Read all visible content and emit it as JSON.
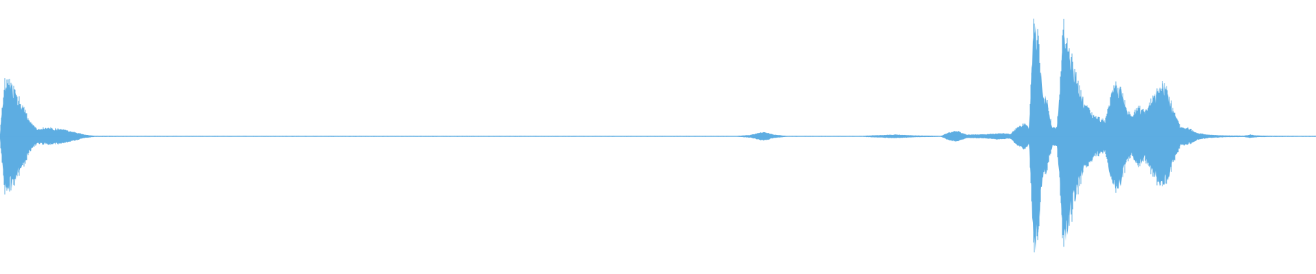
{
  "waveform": {
    "color": "#5DADE2",
    "background": "#FFFFFF",
    "duration_normalized": 1.0,
    "envelope": [
      [
        0.0,
        0.02
      ],
      [
        0.002,
        0.3
      ],
      [
        0.004,
        0.48
      ],
      [
        0.006,
        0.46
      ],
      [
        0.009,
        0.42
      ],
      [
        0.012,
        0.36
      ],
      [
        0.015,
        0.3
      ],
      [
        0.018,
        0.24
      ],
      [
        0.021,
        0.16
      ],
      [
        0.025,
        0.1
      ],
      [
        0.028,
        0.06
      ],
      [
        0.032,
        0.07
      ],
      [
        0.038,
        0.07
      ],
      [
        0.045,
        0.06
      ],
      [
        0.052,
        0.05
      ],
      [
        0.058,
        0.035
      ],
      [
        0.064,
        0.015
      ],
      [
        0.072,
        0.005
      ],
      [
        0.1,
        0.004
      ],
      [
        0.3,
        0.004
      ],
      [
        0.56,
        0.004
      ],
      [
        0.57,
        0.012
      ],
      [
        0.58,
        0.04
      ],
      [
        0.588,
        0.015
      ],
      [
        0.598,
        0.004
      ],
      [
        0.655,
        0.004
      ],
      [
        0.665,
        0.01
      ],
      [
        0.68,
        0.016
      ],
      [
        0.695,
        0.008
      ],
      [
        0.715,
        0.004
      ],
      [
        0.722,
        0.04
      ],
      [
        0.728,
        0.045
      ],
      [
        0.735,
        0.014
      ],
      [
        0.748,
        0.018
      ],
      [
        0.76,
        0.028
      ],
      [
        0.768,
        0.02
      ],
      [
        0.772,
        0.07
      ],
      [
        0.778,
        0.11
      ],
      [
        0.782,
        0.07
      ],
      [
        0.785,
        0.9
      ],
      [
        0.787,
        0.98
      ],
      [
        0.789,
        0.8
      ],
      [
        0.791,
        0.55
      ],
      [
        0.793,
        0.3
      ],
      [
        0.795,
        0.35
      ],
      [
        0.797,
        0.2
      ],
      [
        0.8,
        0.08
      ],
      [
        0.803,
        0.08
      ],
      [
        0.806,
        0.5
      ],
      [
        0.808,
        0.93
      ],
      [
        0.81,
        0.85
      ],
      [
        0.813,
        0.7
      ],
      [
        0.816,
        0.6
      ],
      [
        0.82,
        0.4
      ],
      [
        0.824,
        0.28
      ],
      [
        0.828,
        0.22
      ],
      [
        0.834,
        0.15
      ],
      [
        0.84,
        0.14
      ],
      [
        0.844,
        0.35
      ],
      [
        0.848,
        0.44
      ],
      [
        0.852,
        0.4
      ],
      [
        0.856,
        0.22
      ],
      [
        0.86,
        0.17
      ],
      [
        0.865,
        0.25
      ],
      [
        0.87,
        0.2
      ],
      [
        0.875,
        0.3
      ],
      [
        0.88,
        0.4
      ],
      [
        0.884,
        0.44
      ],
      [
        0.888,
        0.36
      ],
      [
        0.892,
        0.2
      ],
      [
        0.897,
        0.08
      ],
      [
        0.903,
        0.07
      ],
      [
        0.91,
        0.03
      ],
      [
        0.918,
        0.015
      ],
      [
        0.93,
        0.008
      ],
      [
        0.945,
        0.006
      ],
      [
        0.95,
        0.015
      ],
      [
        0.955,
        0.008
      ],
      [
        0.965,
        0.005
      ],
      [
        1.0,
        0.004
      ]
    ]
  }
}
